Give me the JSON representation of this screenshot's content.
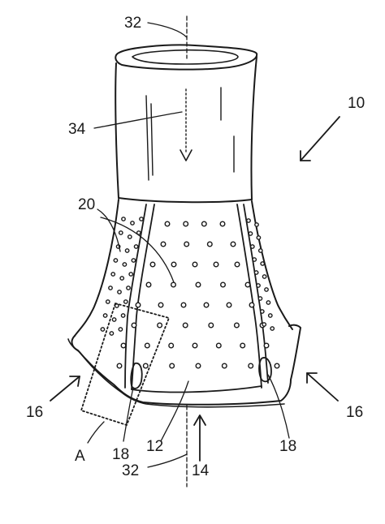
{
  "figure": {
    "reference_numerals": {
      "device": "10",
      "base_panel": "12",
      "bottom_opening": "14",
      "flange_left": "16",
      "flange_right": "16",
      "slot_left": "18",
      "slot_right": "18",
      "perforations": "20",
      "axis_top": "32",
      "axis_bottom": "32",
      "flow_arrow": "34",
      "detail_region": "A"
    }
  }
}
